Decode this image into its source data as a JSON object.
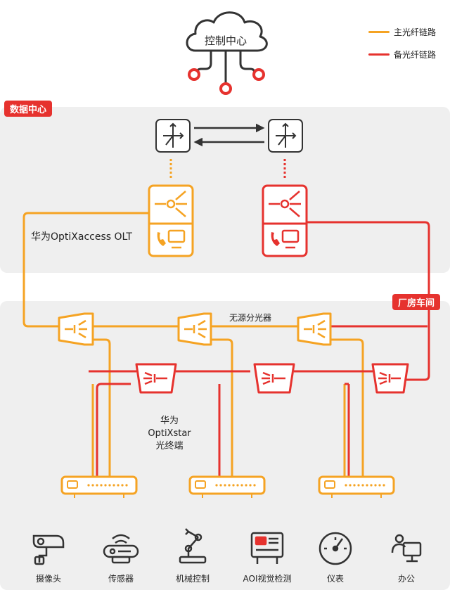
{
  "cloud": {
    "label": "控制中心"
  },
  "legend": [
    {
      "label": "主光纤链路",
      "color": "#f5a323"
    },
    {
      "label": "备光纤链路",
      "color": "#e6322e"
    }
  ],
  "zones": {
    "datacenter": "数据中心",
    "factory": "厂房车间"
  },
  "olt_label": "华为OptiXaccess OLT",
  "splitter_label": "无源分光器",
  "terminal_label": [
    "华为",
    "OptiXstar",
    "光终端"
  ],
  "devices": [
    {
      "label": "摄像头",
      "icon": "camera-icon"
    },
    {
      "label": "传感器",
      "icon": "sensor-icon"
    },
    {
      "label": "机械控制",
      "icon": "robot-arm-icon"
    },
    {
      "label": "AOI视觉检测",
      "icon": "aoi-inspection-icon"
    },
    {
      "label": "仪表",
      "icon": "gauge-icon"
    },
    {
      "label": "办公",
      "icon": "office-icon"
    }
  ],
  "colors": {
    "primary": "#f5a323",
    "backup": "#e6322e",
    "dark": "#333333",
    "zone": "#efefef"
  }
}
